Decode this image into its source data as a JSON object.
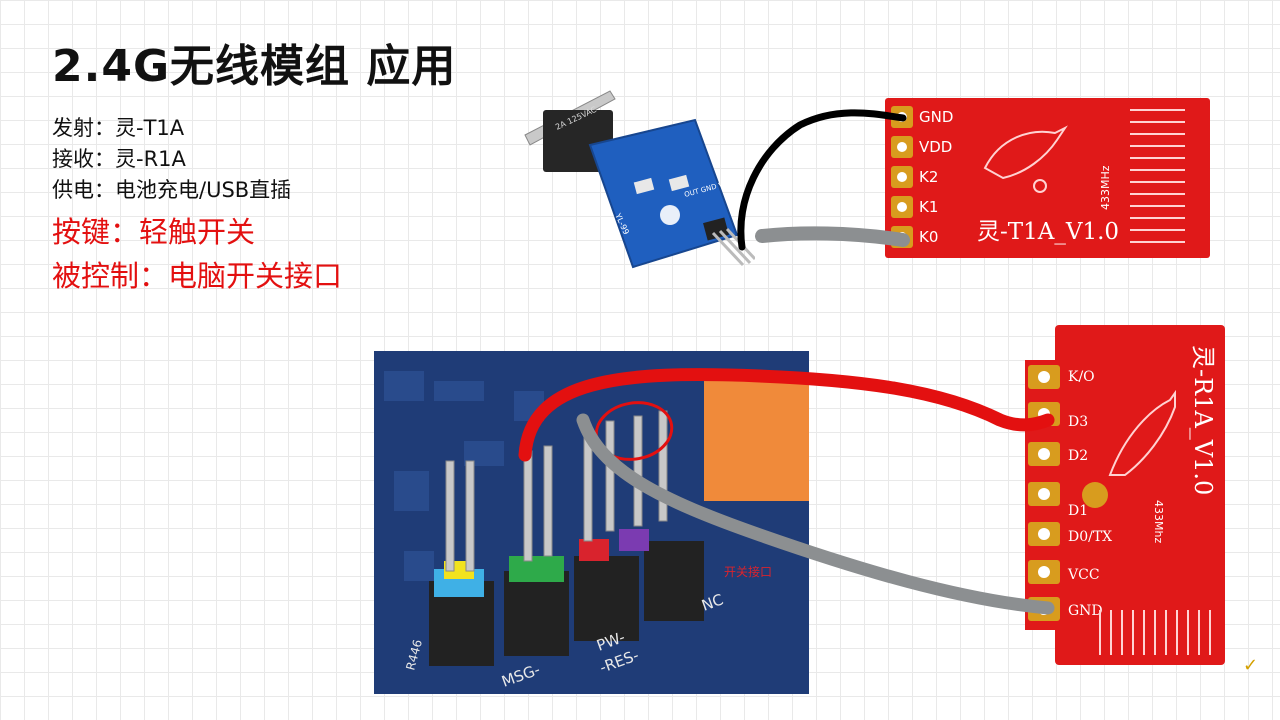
{
  "slide": {
    "title": "2.4G无线模组 应用",
    "lines": {
      "tx": "发射：灵-T1A",
      "rx": "接收：灵-R1A",
      "power": "供电：电池充电/USB直插",
      "button": "按键：轻触开关",
      "controlled": "被控制：电脑开关接口"
    },
    "colors": {
      "highlight": "#e31010",
      "pcb_red": "#e01919",
      "switch_board_blue": "#1f5fbf",
      "wire_black": "#000000",
      "wire_gray": "#8c8f91",
      "wire_red": "#e31010"
    }
  },
  "tx_module": {
    "pins": [
      "GND",
      "VDD",
      "K2",
      "K1",
      "K0"
    ],
    "label": "灵-T1A_V1.0",
    "freq": "433MHz"
  },
  "rx_module": {
    "pins": [
      "K/O",
      "D3",
      "D2",
      "D1",
      "D0/TX",
      "VCC",
      "GND"
    ],
    "label": "灵-R1A_V1.0",
    "freq": "433Mhz"
  },
  "switch_board": {
    "model": "YL-99",
    "pins": "OUT GND VCC",
    "rating": "2A 125VAC"
  },
  "motherboard": {
    "silk_msg": "MSG-",
    "silk_pw": "PW-",
    "silk_res": "-RES-",
    "silk_nc": "NC",
    "silk_ref": "R446",
    "annotation": "开关接口"
  }
}
